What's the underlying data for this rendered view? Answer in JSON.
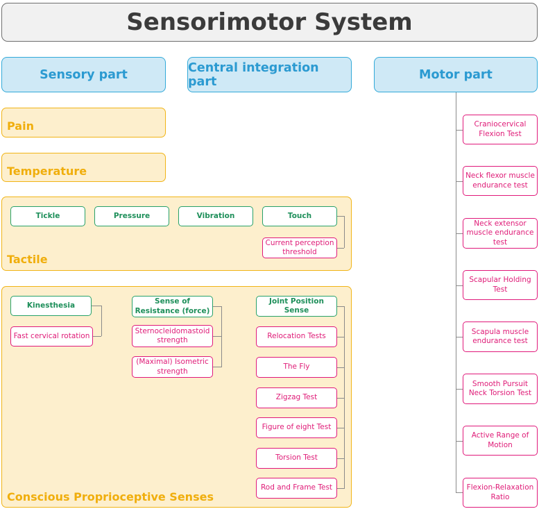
{
  "title": "Sensorimotor System",
  "headers": {
    "sensory": "Sensory part",
    "central": "Central integration part",
    "motor": "Motor part"
  },
  "sensory": {
    "pain": "Pain",
    "temperature": "Temperature",
    "tactile": {
      "label": "Tactile",
      "items": [
        "Tickle",
        "Pressure",
        "Vibration",
        "Touch"
      ],
      "touch_test": "Current perception threshold"
    },
    "proprio": {
      "label": "Conscious Proprioceptive Senses",
      "kinesthesia": "Kinesthesia",
      "kinesthesia_test": "Fast cervical rotation",
      "resistance": "Sense of Resistance (force)",
      "resistance_tests": [
        "Sternocleidomastoid strength",
        "(Maximal) Isometric strength"
      ],
      "jps": "Joint Position Sense",
      "jps_tests": [
        "Relocation Tests",
        "The Fly",
        "Zigzag Test",
        "Figure of eight Test",
        "Torsion Test",
        "Rod and Frame Test"
      ]
    }
  },
  "motor_tests": [
    "Craniocervical Flexion Test",
    "Neck flexor muscle endurance test",
    "Neck extensor muscle endurance test",
    "Scapular Holding Test",
    "Scapula muscle endurance test",
    "Smooth Pursuit Neck Torsion Test",
    "Active Range of Motion",
    "Flexion-Relaxation Ratio"
  ],
  "colors": {
    "header_blue": "#2b9ad1",
    "category_yellow": "#f0ae0c",
    "sense_green": "#1e8f5a",
    "test_pink": "#df1b77"
  }
}
